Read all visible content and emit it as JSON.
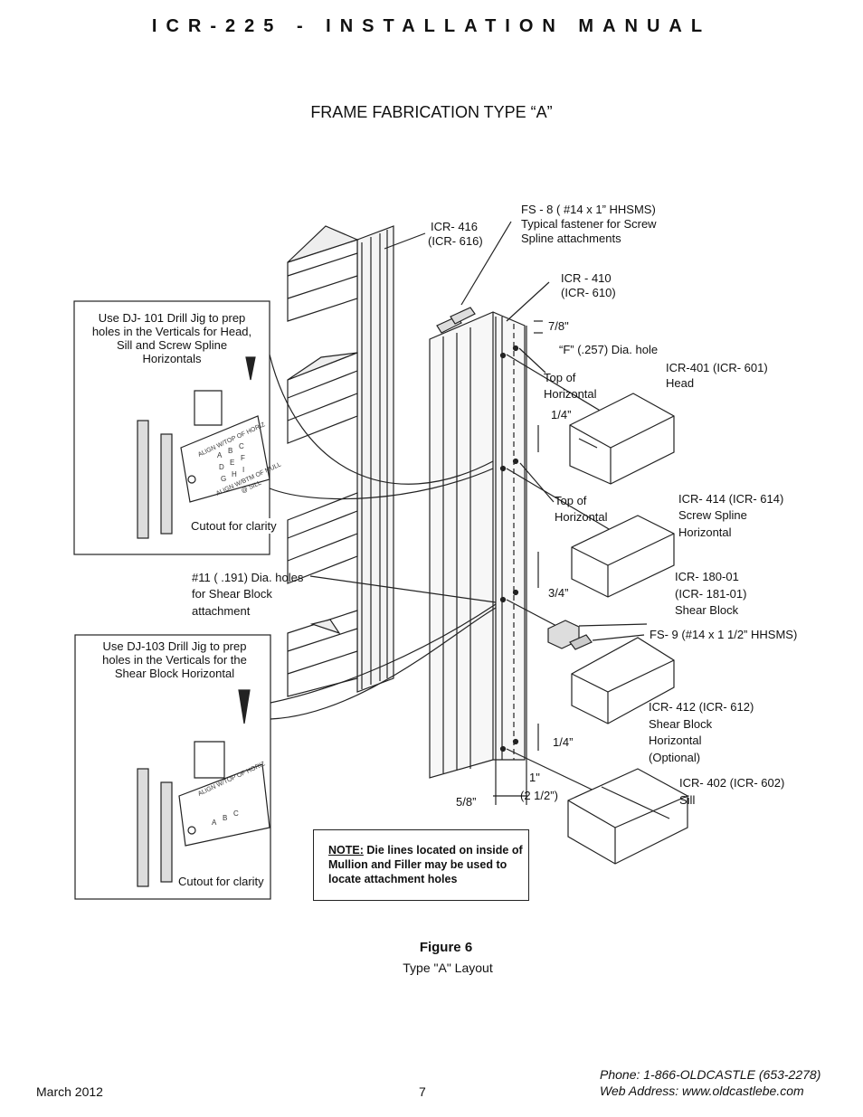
{
  "header": {
    "title": "ICR-225 - INSTALLATION MANUAL"
  },
  "section": {
    "title": "FRAME FABRICATION TYPE “A”"
  },
  "callouts": {
    "dj101": "Use DJ- 101 Drill Jig to prep holes in the Verticals for Head, Sill and Screw Spline Horizontals",
    "dj103": "Use DJ-103 Drill Jig to prep holes in the Verticals for the Shear Block Horizontal",
    "cutout1": "Cutout for clarity",
    "cutout2": "Cutout for clarity"
  },
  "labels": {
    "icr416": "ICR- 416",
    "icr616": "(ICR- 616)",
    "fs8_1": "FS - 8 ( #14 x 1” HHSMS)",
    "fs8_2": "Typical fastener for Screw",
    "fs8_3": "Spline attachments",
    "icr410": "ICR - 410",
    "icr610": "(ICR- 610)",
    "f_hole": "“F” (.257) Dia. hole",
    "top_horiz_1a": "Top of",
    "top_horiz_1b": "Horizontal",
    "top_horiz_2a": "Top of",
    "top_horiz_2b": "Horizontal",
    "head_1": "ICR-401 (ICR- 601)",
    "head_2": "Head",
    "screw_1": "ICR- 414 (ICR- 614)",
    "screw_2": "Screw Spline",
    "screw_3": "Horizontal",
    "hole11_1": "#11 ( .191) Dia. holes",
    "hole11_2": "for Shear Block",
    "hole11_3": "attachment",
    "sb_1": "ICR- 180-01",
    "sb_2": "(ICR- 181-01)",
    "sb_3": "Shear Block",
    "fs9": "FS- 9 (#14 x 1 1/2” HHSMS)",
    "sbh_1": "ICR- 412 (ICR- 612)",
    "sbh_2": "Shear Block",
    "sbh_3": "Horizontal",
    "sbh_4": "(Optional)",
    "sill_1": "ICR- 402 (ICR- 602)",
    "sill_2": "Sill"
  },
  "dims": {
    "d78": "7/8\"",
    "d14a": "1/4”",
    "d34": "3/4”",
    "d14b": "1/4”",
    "d1": "1\"",
    "d212": "(2 1/2”)",
    "d58": "5/8”"
  },
  "jig": {
    "align_top": "ALIGN W/TOP OF HORIZ",
    "align_btm": "ALIGN W/BTM OF MULL",
    "at_sill": "@ SILL",
    "letters1": [
      "A",
      "B",
      "C",
      "D",
      "E",
      "F",
      "G",
      "H",
      "I"
    ],
    "letters2": [
      "A",
      "B",
      "C"
    ]
  },
  "note": {
    "label": "NOTE:",
    "text": "Die lines located on inside of Mullion and Filler may be used to locate attachment holes"
  },
  "figure": {
    "title": "Figure 6",
    "subtitle": "Type \"A\" Layout"
  },
  "footer": {
    "date": "March 2012",
    "page": "7",
    "phone": "Phone: 1-866-OLDCASTLE (653-2278)",
    "web": "Web Address: www.oldcastlebe.com"
  }
}
